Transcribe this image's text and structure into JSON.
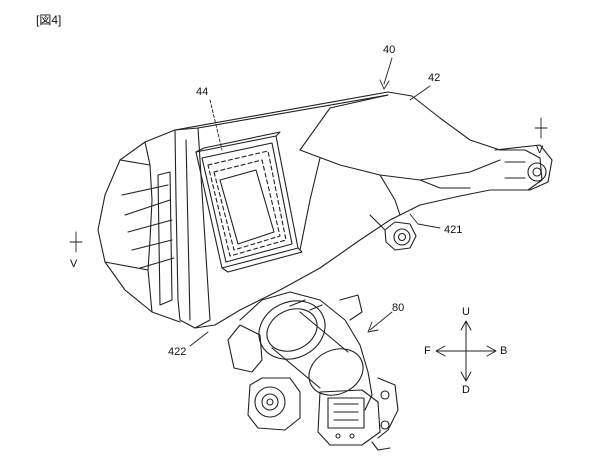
{
  "figure_title": "[図4]",
  "labels": {
    "assembly": "40",
    "case_upper": "42",
    "filter_element": "44",
    "duct_lower": "421",
    "outlet": "422",
    "throttle_body": "80"
  },
  "view_markers": {
    "left": "V",
    "right": "V"
  },
  "directions": {
    "up": "U",
    "down": "D",
    "front": "F",
    "back": "B"
  }
}
